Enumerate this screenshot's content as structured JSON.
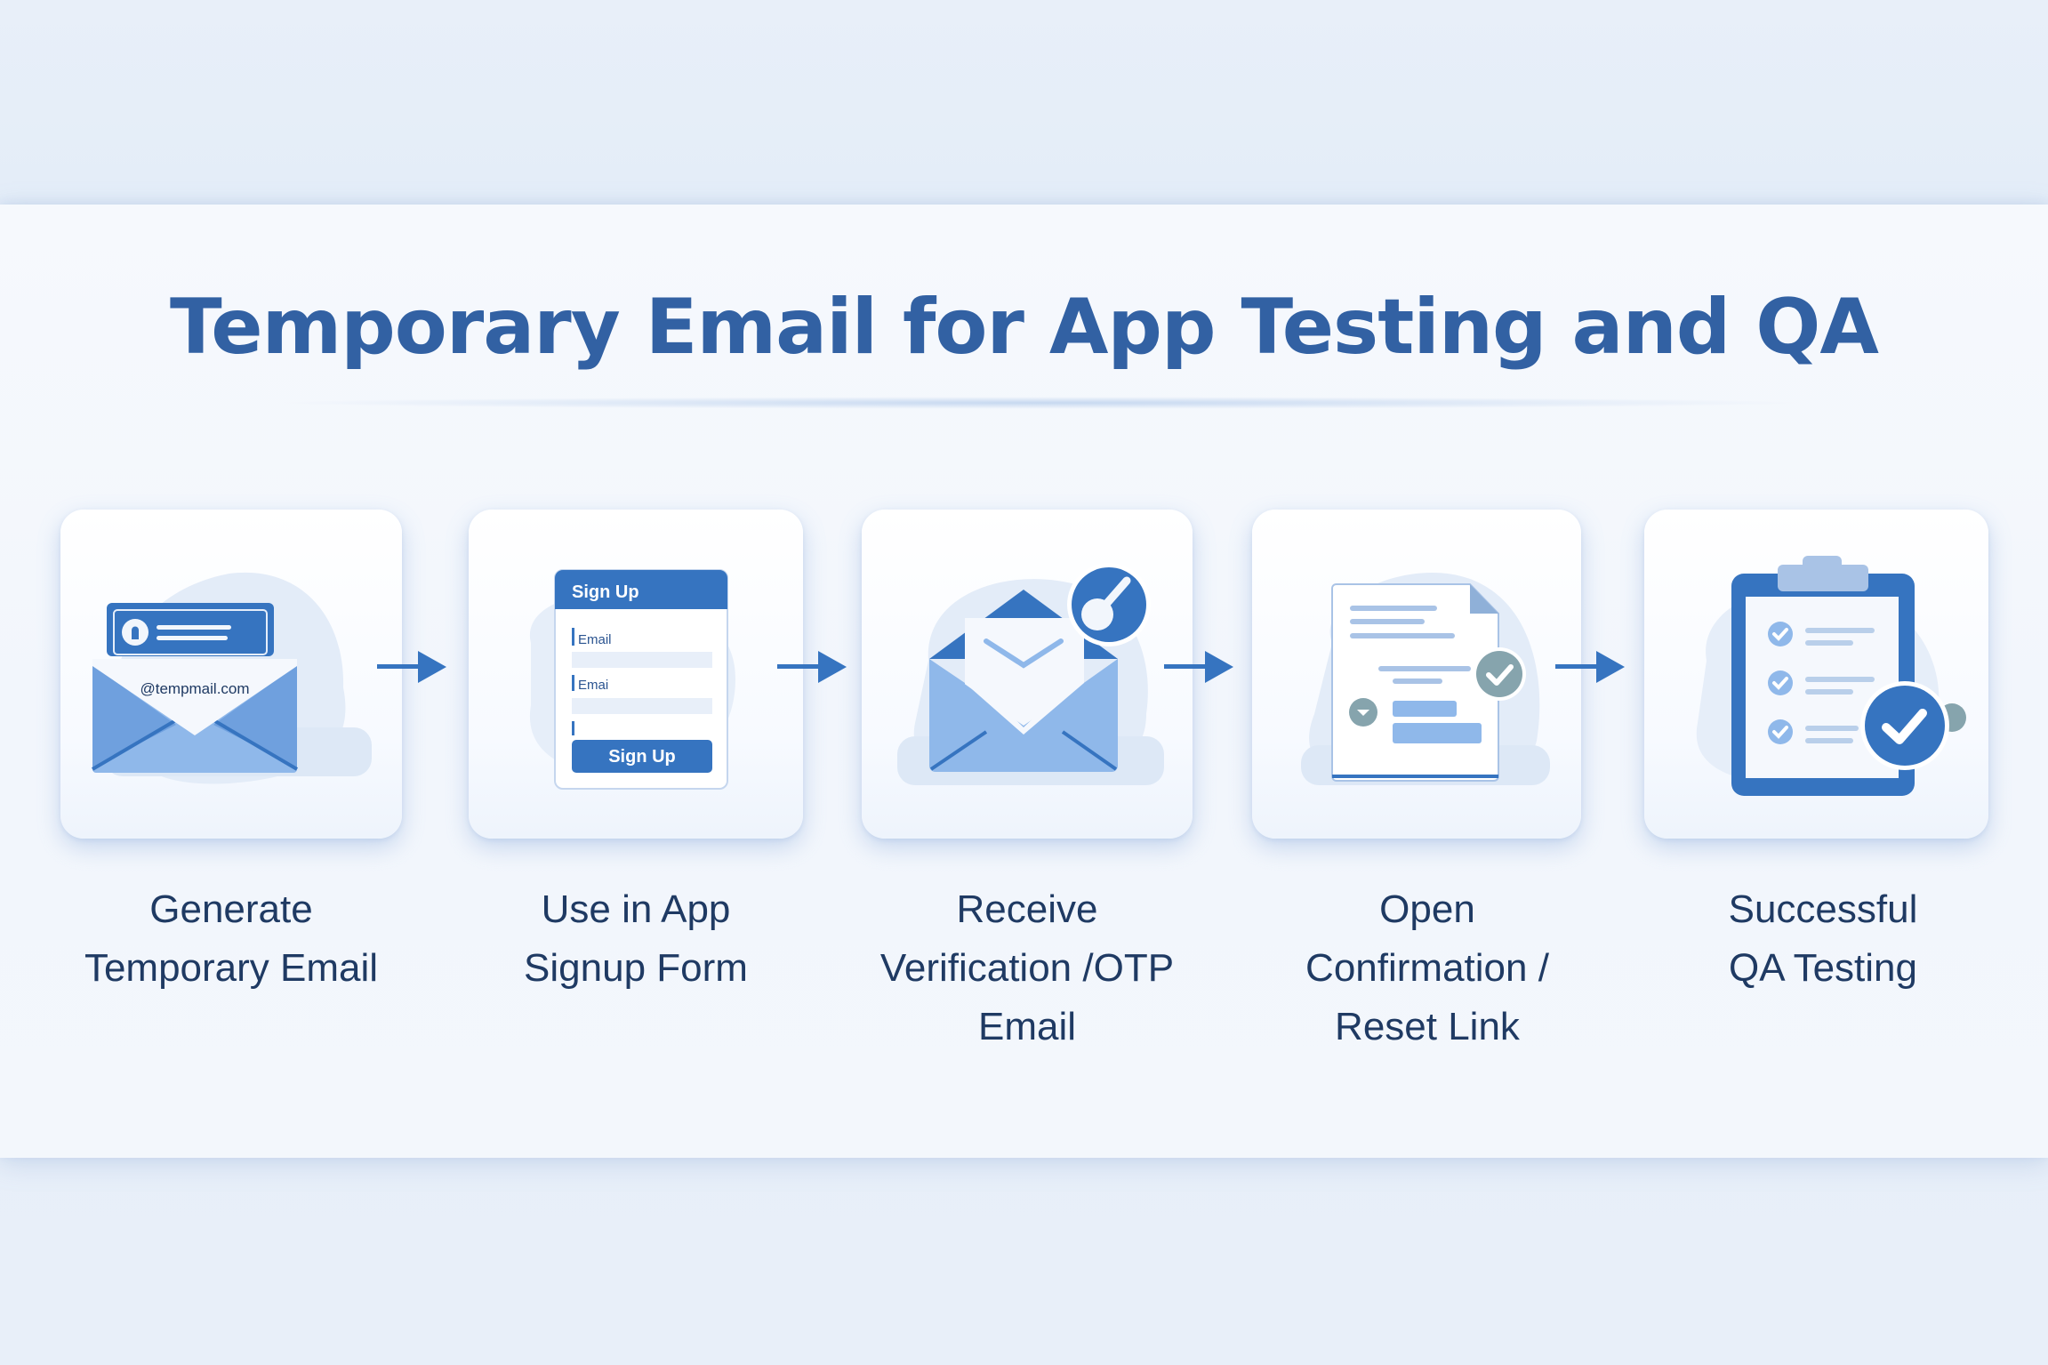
{
  "title": "Temporary Email for App Testing and QA",
  "colors": {
    "primary": "#3674c0",
    "title": "#3261a3",
    "light_blue": "#8fb8ea",
    "label_text": "#1f3a63",
    "gray_badge": "#86a4ad",
    "background": "#e8eff9"
  },
  "steps": [
    {
      "label_lines": [
        "Generate",
        "Temporary Email"
      ],
      "icon": "envelope-with-id-card-icon",
      "icon_text": "@tempmail.com"
    },
    {
      "label_lines": [
        "Use in App",
        "Signup Form"
      ],
      "icon": "signup-form-icon",
      "form": {
        "header": "Sign Up",
        "field1_label": "Email",
        "field2_label": "Emai",
        "button": "Sign Up"
      }
    },
    {
      "label_lines": [
        "Receive",
        "Verification /OTP",
        "Email"
      ],
      "icon": "open-envelope-check-icon"
    },
    {
      "label_lines": [
        "Open",
        "Confirmation /",
        "Reset Link"
      ],
      "icon": "document-check-icon"
    },
    {
      "label_lines": [
        "Successful",
        "QA Testing"
      ],
      "icon": "clipboard-checklist-icon"
    }
  ],
  "arrows": 4
}
